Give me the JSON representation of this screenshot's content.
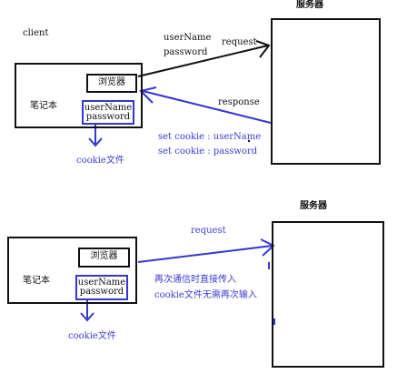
{
  "top": {
    "client_label": "client",
    "server_title": "服务器",
    "laptop_label": "笔记本",
    "browser_label": "浏览器",
    "cred_username": "userName",
    "cred_password": "password",
    "cookie_label": "cookie文件",
    "req_username": "userName",
    "req_password": "password",
    "request_label": "request",
    "response_label": "response",
    "set_cookie_1": "set cookie :  userName",
    "set_cookie_2": "set cookie :  password"
  },
  "bottom": {
    "server_title": "服务器",
    "laptop_label": "笔记本",
    "browser_label": "浏览器",
    "cred_username": "userName",
    "cred_password": "password",
    "cookie_label": "cookie文件",
    "request_label": "request",
    "note_line_1": "再次通信时直接传入",
    "note_line_2": "cookie文件无需再次输入"
  },
  "colors": {
    "ink": "#111111",
    "accent_blue": "#3535d0",
    "text_blue": "#3b3bd6"
  }
}
